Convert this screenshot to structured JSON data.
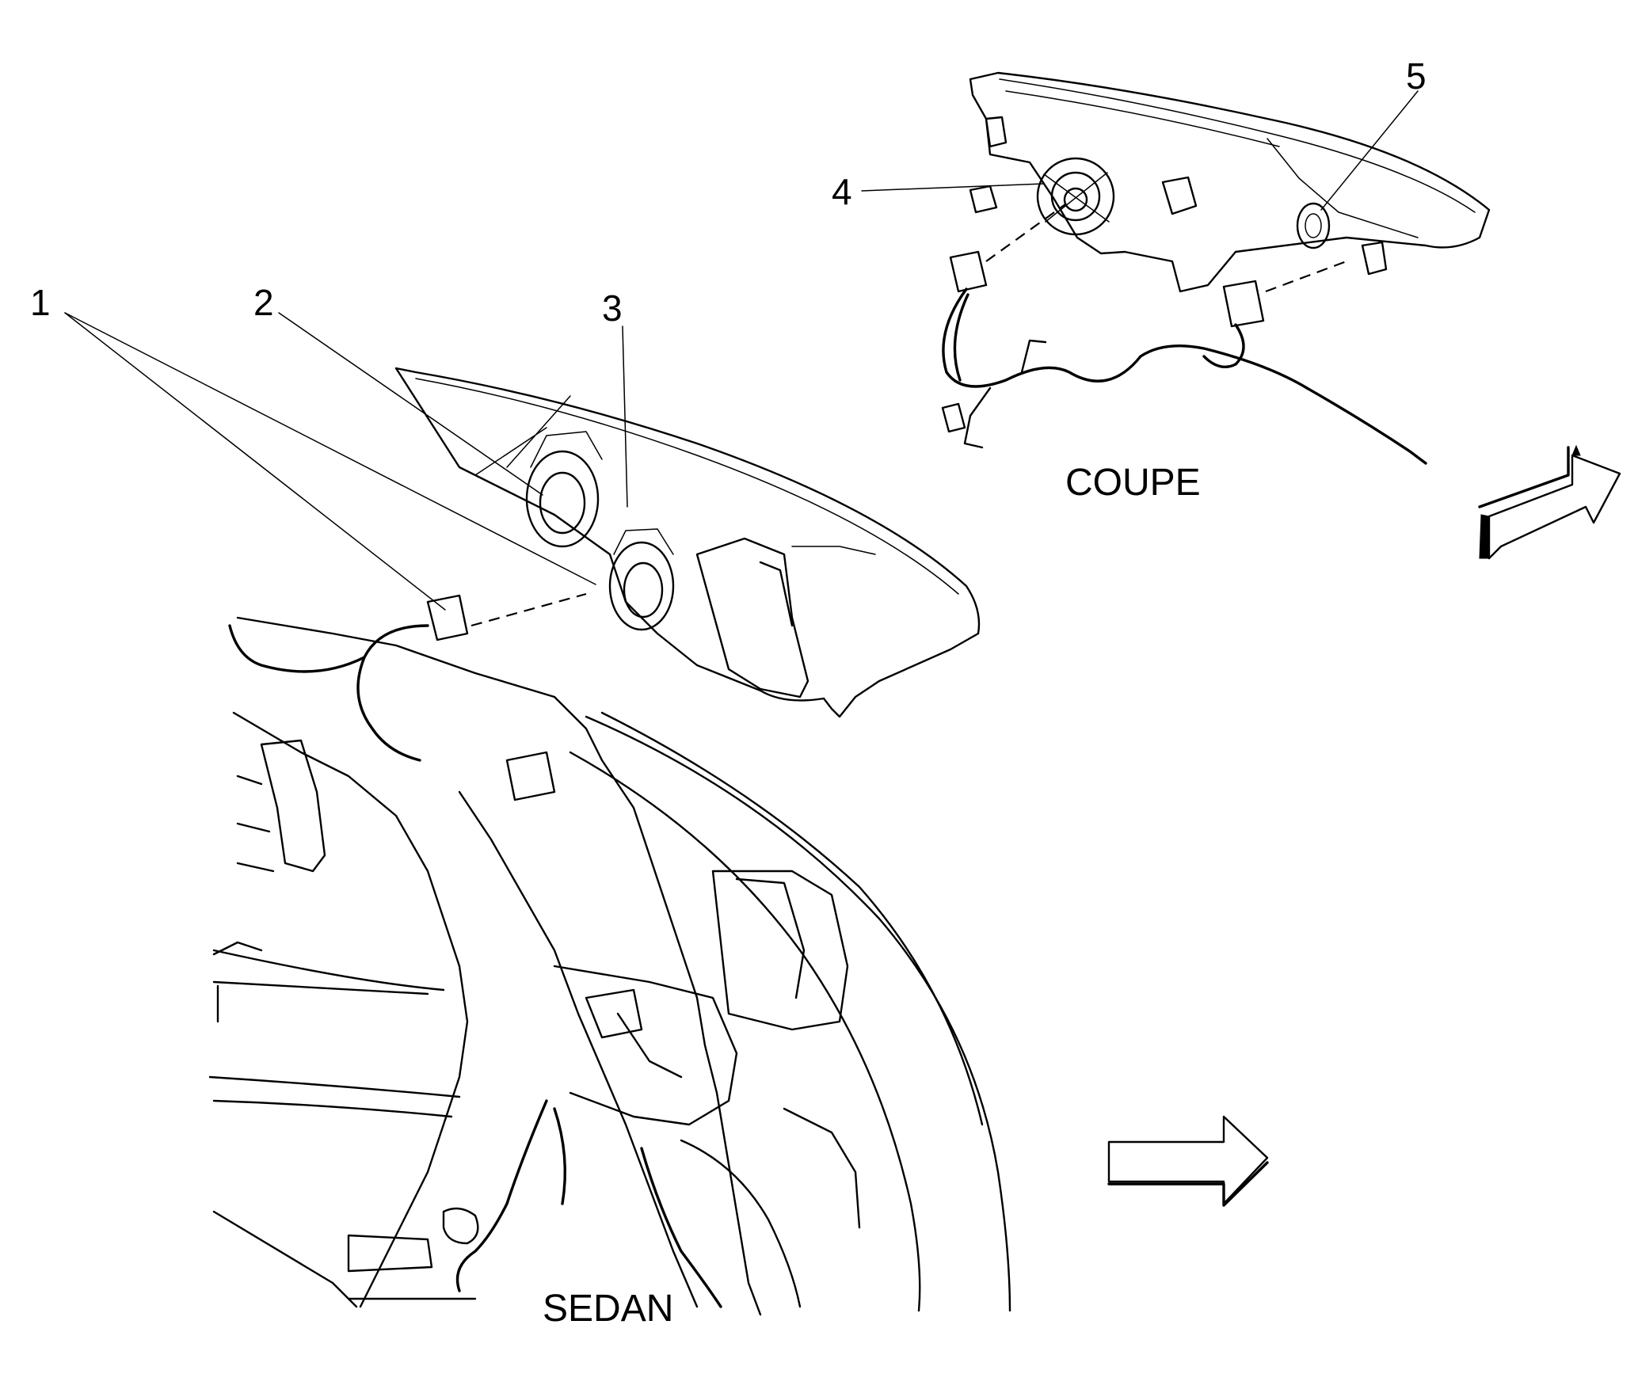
{
  "callouts": [
    {
      "id": "callout-1",
      "text": "1"
    },
    {
      "id": "callout-2",
      "text": "2"
    },
    {
      "id": "callout-3",
      "text": "3"
    },
    {
      "id": "callout-4",
      "text": "4"
    },
    {
      "id": "callout-5",
      "text": "5"
    }
  ],
  "views": {
    "coupe_label": "COUPE",
    "sedan_label": "SEDAN"
  },
  "colors": {
    "line": "#000000",
    "background": "#ffffff"
  },
  "icons": [
    "forward-arrow-icon",
    "forward-arrow-icon"
  ]
}
